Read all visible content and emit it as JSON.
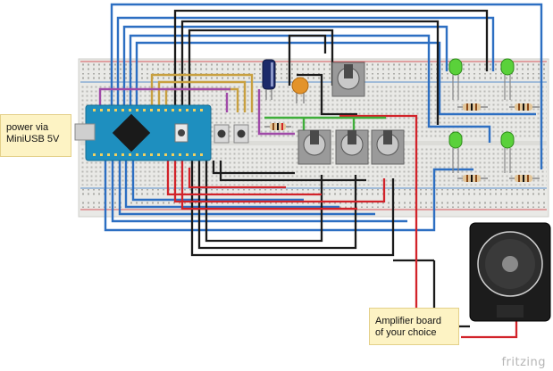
{
  "notes": {
    "power_line1": "power via",
    "power_line2": "MiniUSB 5V",
    "amp_line1": "Amplifier board",
    "amp_line2": "of your choice"
  },
  "watermark": "fritzing",
  "colors": {
    "wire_blue": "#2d6fc2",
    "wire_black": "#1a1a1a",
    "wire_red": "#d2232a",
    "wire_green": "#3fae3a",
    "wire_yellow": "#c8a040",
    "wire_purple": "#a04aa8",
    "arduino": "#1e8fbf",
    "led": "#5ad13a",
    "breadboard": "#e9e9e6",
    "note_bg": "#fdf3c4"
  }
}
